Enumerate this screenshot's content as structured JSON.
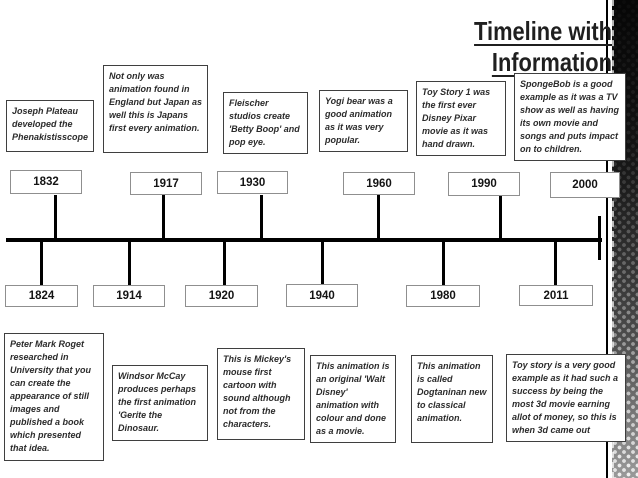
{
  "title": "Timeline with Information",
  "colors": {
    "note_border": "#3f3f3f",
    "year_border": "#8f8f8f",
    "text": "#2b2b2b",
    "line": "#000000",
    "texture_dark": "#0a0a0a",
    "texture_light": "#9a9a9a"
  },
  "timeline": {
    "top_events": [
      {
        "year": "1832",
        "note": "Joseph Plateau developed the Phenakistisscope"
      },
      {
        "year": "1917",
        "note": "Not only was animation found in England but Japan as well this is Japans first every animation."
      },
      {
        "year": "1930",
        "note": "Fleischer studios create 'Betty Boop' and pop eye."
      },
      {
        "year": "1960",
        "note": "Yogi bear was a good animation as it was very popular."
      },
      {
        "year": "1990",
        "note": "Toy Story 1 was the first ever Disney Pixar movie as it was hand drawn."
      },
      {
        "year": "2000",
        "note": "SpongeBob is a good example as it was a TV show as well as having its own movie and songs and puts impact on to children."
      }
    ],
    "bottom_events": [
      {
        "year": "1824",
        "note": "Peter Mark Roget researched in University that you can create the appearance of still images and published a book which presented that idea."
      },
      {
        "year": "1914",
        "note": "Windsor McCay produces perhaps the first animation 'Gerite the Dinosaur."
      },
      {
        "year": "1920",
        "note": "This is Mickey's mouse first cartoon with sound although not from the characters."
      },
      {
        "year": "1940",
        "note": "This animation is an original 'Walt Disney' animation with colour and done as a movie."
      },
      {
        "year": "1980",
        "note": "This animation is called Dogtaninan new to classical animation."
      },
      {
        "year": "2011",
        "note": "Toy story is a very good example as it had such a success by being the most 3d movie earning allot of money, so this is when 3d came out"
      }
    ]
  }
}
